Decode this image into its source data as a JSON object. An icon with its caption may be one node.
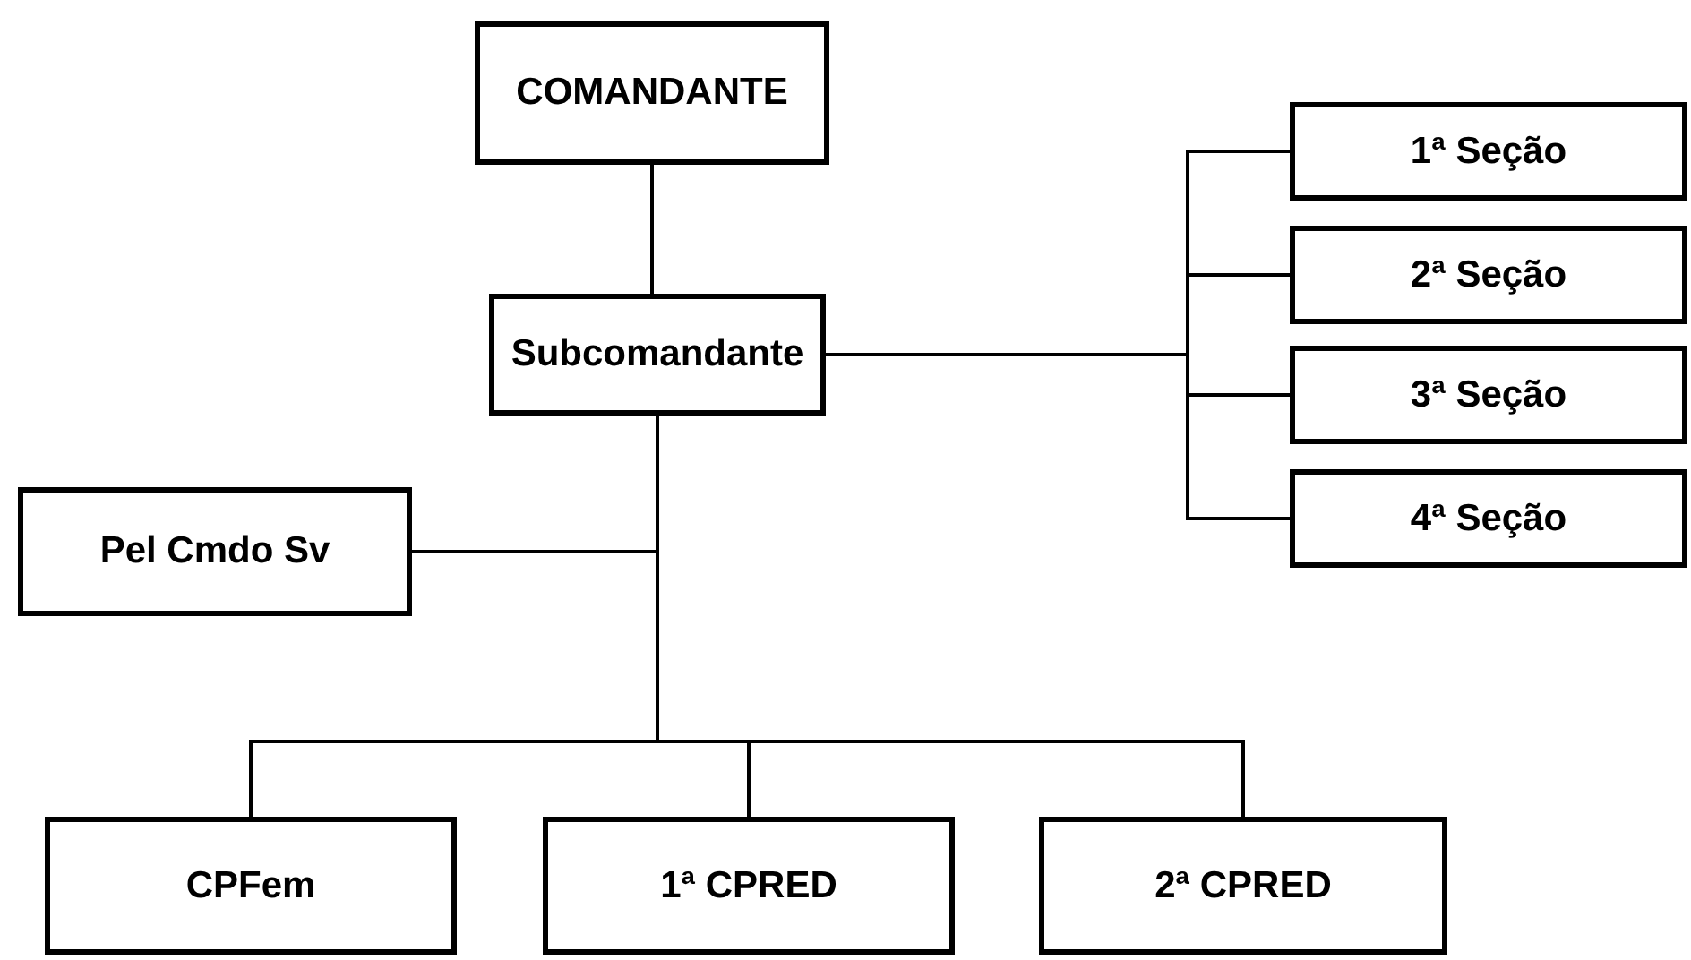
{
  "diagram": {
    "nodes": [
      {
        "text": [
          "COMANDANTE"
        ]
      },
      {
        "text": [
          "Subcomandante"
        ]
      },
      {
        "text": [
          "1ª Seção"
        ]
      },
      {
        "text": [
          "2ª Seção"
        ]
      },
      {
        "text": [
          "3ª Seção"
        ]
      },
      {
        "text": [
          "4ª Seção"
        ]
      },
      {
        "text": [
          "Pel Cmdo Sv"
        ]
      },
      {
        "text": [
          "CPFem"
        ]
      },
      {
        "text": [
          "1ª CPRED"
        ]
      },
      {
        "text": [
          "2ª CPRED"
        ]
      }
    ],
    "edges": [
      {
        "from": 0,
        "to": 1,
        "arrow": "none"
      },
      {
        "from": 1,
        "to": 2,
        "arrow": "none"
      },
      {
        "from": 1,
        "to": 3,
        "arrow": "none"
      },
      {
        "from": 1,
        "to": 4,
        "arrow": "none"
      },
      {
        "from": 1,
        "to": 5,
        "arrow": "none"
      },
      {
        "from": 1,
        "to": 6,
        "arrow": "none"
      },
      {
        "from": 1,
        "to": 7,
        "arrow": "none"
      },
      {
        "from": 1,
        "to": 8,
        "arrow": "none"
      },
      {
        "from": 1,
        "to": 9,
        "arrow": "none"
      }
    ]
  }
}
